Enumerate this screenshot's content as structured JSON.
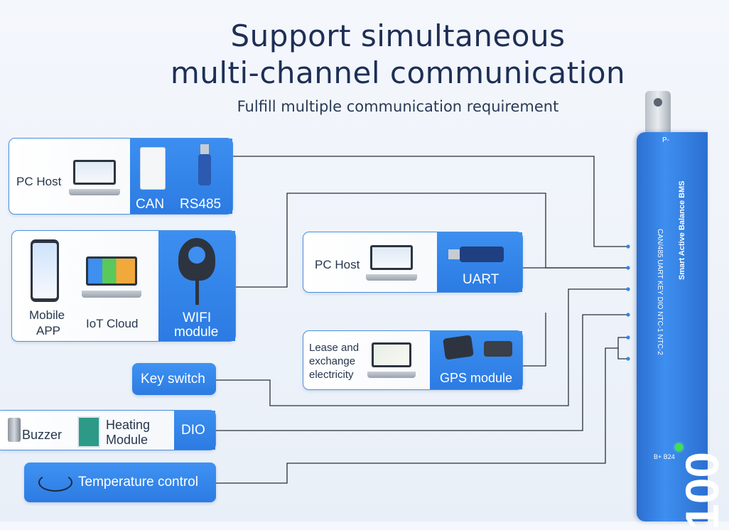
{
  "title": {
    "line1": "Support simultaneous",
    "line2": "multi-channel communication",
    "subtitle": "Fulfill multiple communication requirement"
  },
  "groups": {
    "pc_host_top": {
      "label": "PC Host",
      "ports": [
        "CAN",
        "RS485"
      ]
    },
    "mobile_iot": {
      "mobile_label_1": "Mobile",
      "mobile_label_2": "APP",
      "cloud_label": "IoT Cloud",
      "module_label_1": "WIFI",
      "module_label_2": "module"
    },
    "pc_host_uart": {
      "label": "PC Host",
      "port": "UART"
    },
    "gps": {
      "label_1": "Lease and",
      "label_2": "exchange",
      "label_3": "electricity",
      "port": "GPS module"
    },
    "key_switch": {
      "label": "Key switch"
    },
    "dio": {
      "buzzer": "Buzzer",
      "heating_1": "Heating",
      "heating_2": "Module",
      "port": "DIO"
    },
    "temperature": {
      "label": "Temperature control"
    }
  },
  "bms": {
    "port_labels": "CAN/485 UART KEY DIO NTC-1 NTC-2",
    "brand_text": "Smart Active Balance BMS",
    "pin_label": "B+ B24",
    "p_label": "P-",
    "logo": "100"
  },
  "colors": {
    "accent_blue": "#2c7be3",
    "wire": "#2a2f38",
    "title": "#1e2f55"
  }
}
